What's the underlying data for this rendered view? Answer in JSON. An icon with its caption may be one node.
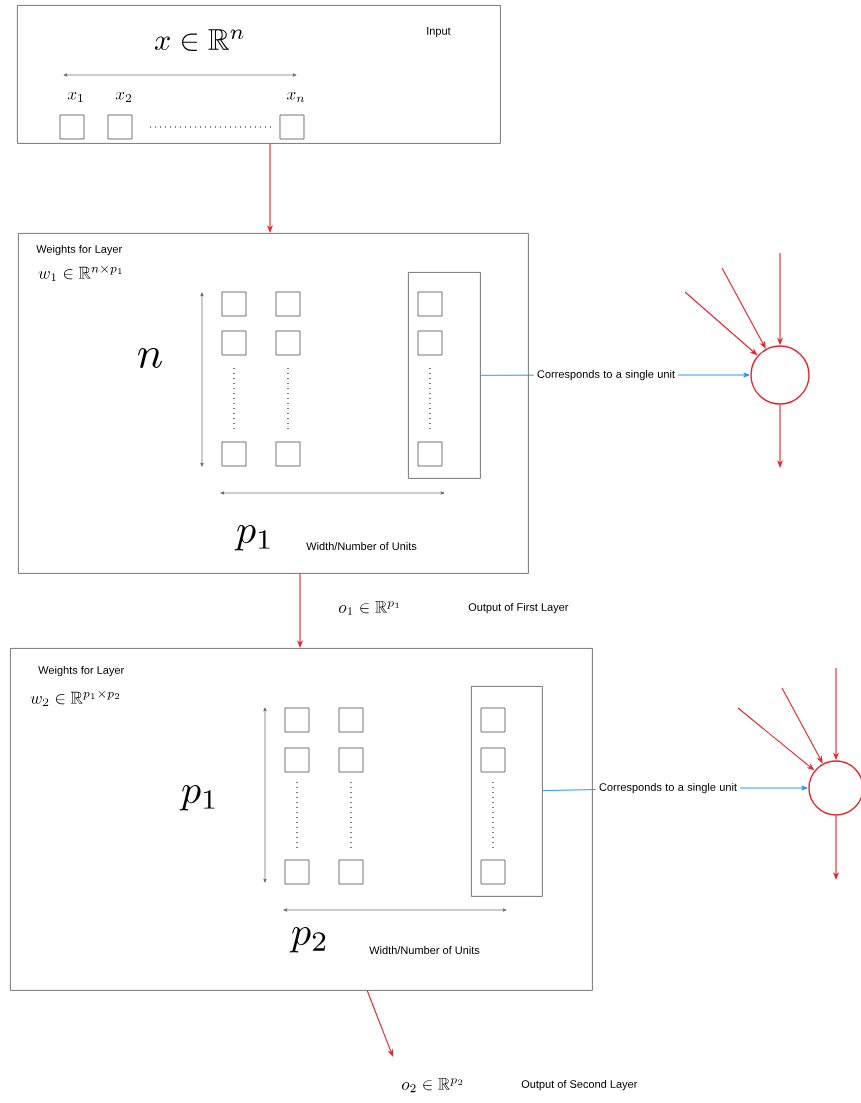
{
  "diagram": {
    "nodes": [
      {
        "text": [
          "x \\in \\mathbb{R}^n",
          "Input"
        ]
      },
      {
        "text": [
          "x_1"
        ],
        "in": 0
      },
      {
        "text": [
          "x_2"
        ],
        "in": 0
      },
      {
        "text": [
          "x_n"
        ],
        "in": 0
      },
      {
        "text": [
          "Weights for Layer",
          "w_1 \\in \\mathbb{R}^{n \\times p_1}",
          "n",
          "p_1",
          "Width/Number of Units"
        ]
      },
      {
        "text": [],
        "shape": "box",
        "in": 4
      },
      {
        "text": [],
        "shape": "box",
        "in": 4
      },
      {
        "text": [],
        "shape": "box",
        "in": 4
      },
      {
        "text": [],
        "shape": "box",
        "in": 4
      },
      {
        "text": [],
        "shape": "box",
        "in": 4
      },
      {
        "text": [],
        "shape": "box",
        "in": 4
      },
      {
        "text": [],
        "shape": "box",
        "in": 4
      },
      {
        "text": [],
        "shape": "box",
        "in": 11
      },
      {
        "text": [],
        "shape": "box",
        "in": 11
      },
      {
        "text": [],
        "shape": "box",
        "in": 11
      },
      {
        "text": [
          "Corresponds to a single unit"
        ]
      },
      {
        "text": [],
        "shape": "circle"
      },
      {
        "text": [
          "Weights for Layer",
          "w_2 \\in \\mathbb{R}^{p_1 \\times p_2}",
          "p_1",
          "p_2",
          "Width/Number of Units"
        ]
      },
      {
        "text": [],
        "shape": "box",
        "in": 17
      },
      {
        "text": [],
        "shape": "box",
        "in": 17
      },
      {
        "text": [],
        "shape": "box",
        "in": 17
      },
      {
        "text": [],
        "shape": "box",
        "in": 17
      },
      {
        "text": [],
        "shape": "box",
        "in": 17
      },
      {
        "text": [],
        "shape": "box",
        "in": 17
      },
      {
        "text": [],
        "shape": "box",
        "in": 17
      },
      {
        "text": [],
        "shape": "box",
        "in": 24
      },
      {
        "text": [],
        "shape": "box",
        "in": 24
      },
      {
        "text": [],
        "shape": "box",
        "in": 24
      },
      {
        "text": [
          "Corresponds to a single unit"
        ]
      },
      {
        "text": [],
        "shape": "circle"
      }
    ],
    "edges": [
      {
        "from": 0,
        "to": 4,
        "arrow": "to"
      },
      {
        "from": 11,
        "to": 15,
        "arrow": "none",
        "color": "#1f8fe5"
      },
      {
        "from": 15,
        "to": 16,
        "arrow": "to",
        "color": "#1f8fe5"
      },
      {
        "from": null,
        "to": 16,
        "arrow": "to"
      },
      {
        "from": null,
        "to": 16,
        "arrow": "to"
      },
      {
        "from": null,
        "to": 16,
        "arrow": "to"
      },
      {
        "from": 16,
        "to": null,
        "arrow": "to"
      },
      {
        "from": 4,
        "to": 17,
        "arrow": "to"
      },
      {
        "from": 24,
        "to": 28,
        "arrow": "none",
        "color": "#1f8fe5"
      },
      {
        "from": 28,
        "to": 29,
        "arrow": "to",
        "color": "#1f8fe5"
      },
      {
        "from": null,
        "to": 29,
        "arrow": "to"
      },
      {
        "from": null,
        "to": 29,
        "arrow": "to"
      },
      {
        "from": null,
        "to": 29,
        "arrow": "to"
      },
      {
        "from": 29,
        "to": null,
        "arrow": "to"
      },
      {
        "from": 17,
        "to": null,
        "arrow": "to"
      }
    ],
    "labels": [
      "o_1 \\in \\mathbb{R}^{p_1}",
      "Output of First Layer",
      "o_2 \\in \\mathbb{R}^{p_2}",
      "Output of Second Layer"
    ]
  }
}
